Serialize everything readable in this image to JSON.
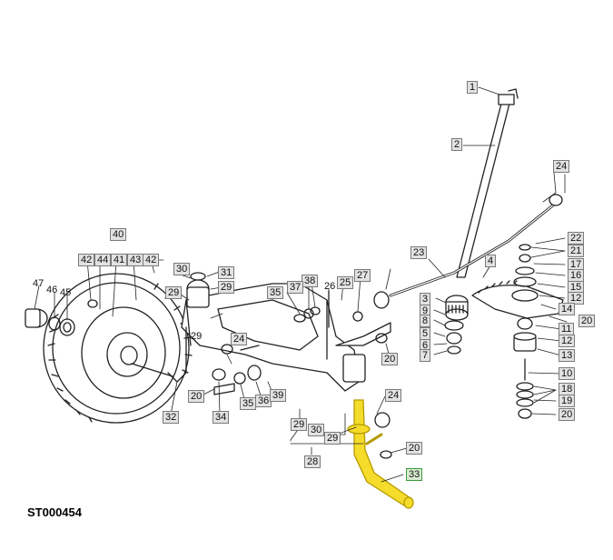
{
  "diagram_code": "ST000454",
  "highlight_color": "#f5dc2a",
  "boxed_callouts": [
    "1",
    "2",
    "24",
    "22",
    "21",
    "17",
    "16",
    "15",
    "12",
    "14",
    "20",
    "11",
    "12",
    "13",
    "10",
    "18",
    "19",
    "20",
    "23",
    "4",
    "3",
    "9",
    "8",
    "5",
    "6",
    "7",
    "20",
    "40",
    "42",
    "44",
    "41",
    "43",
    "42",
    "30",
    "31",
    "29",
    "38",
    "25",
    "27",
    "35",
    "37",
    "29",
    "24",
    "20",
    "34",
    "35",
    "36",
    "39",
    "32",
    "29",
    "30",
    "29",
    "24",
    "20",
    "28",
    "33"
  ],
  "plain_callouts": [
    "47",
    "46",
    "45",
    "26",
    "29"
  ]
}
